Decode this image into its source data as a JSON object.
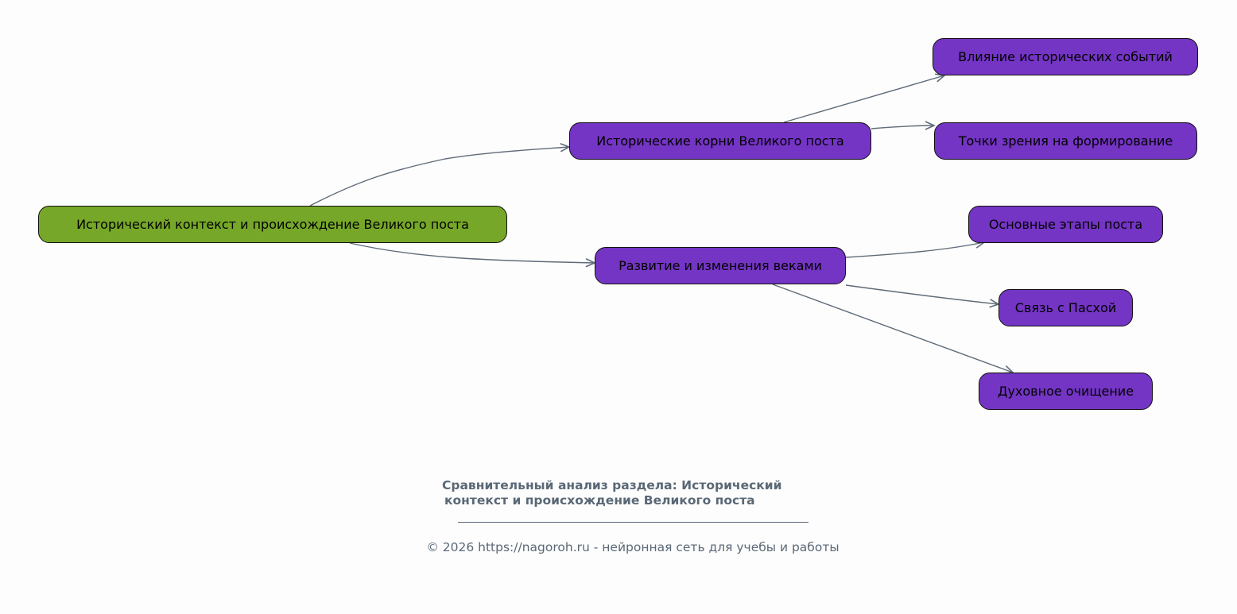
{
  "colors": {
    "root": "#76a728",
    "child": "#7434c4",
    "edge": "#5f6b78"
  },
  "root": {
    "label": "Исторический контекст и происхождение Великого поста"
  },
  "branches": [
    {
      "label": "Исторические корни Великого поста",
      "children": [
        "Влияние исторических событий",
        "Точки зрения на формирование"
      ]
    },
    {
      "label": "Развитие и изменения веками",
      "children": [
        "Основные этапы поста",
        "Связь с Пасхой",
        "Духовное очищение"
      ]
    }
  ],
  "footer": {
    "title_line1": "Сравнительный анализ раздела: Исторический",
    "title_line2": "контекст и происхождение Великого поста",
    "copyright": "© 2026 https://nagoroh.ru - нейронная сеть для учебы и работы"
  }
}
